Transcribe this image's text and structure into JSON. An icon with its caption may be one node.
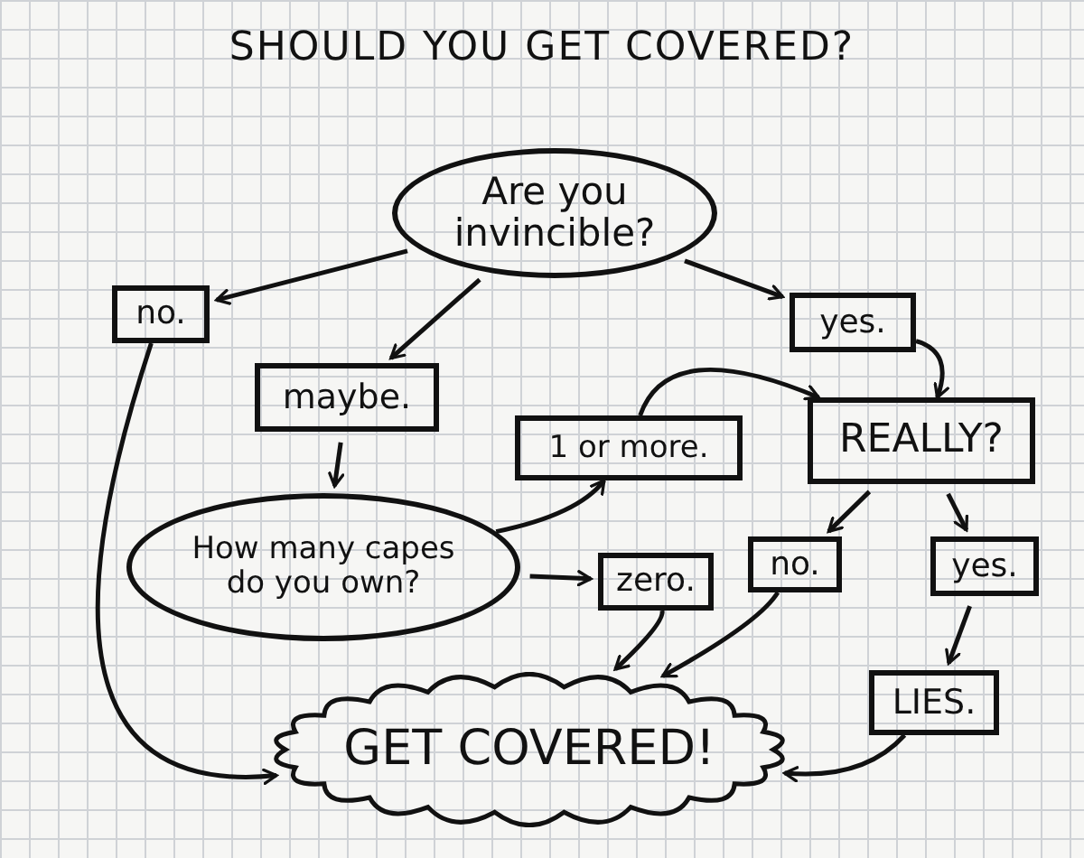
{
  "diagram": {
    "title": "SHOULD YOU GET COVERED?",
    "nodes": [
      {
        "text": [
          "Are you invincible?"
        ]
      },
      {
        "text": [
          "no."
        ]
      },
      {
        "text": [
          "yes."
        ]
      },
      {
        "text": [
          "maybe."
        ]
      },
      {
        "text": [
          "1 or more."
        ]
      },
      {
        "text": [
          "REALLY?"
        ]
      },
      {
        "text": [
          "How many capes do you own?"
        ]
      },
      {
        "text": [
          "zero."
        ]
      },
      {
        "text": [
          "no."
        ]
      },
      {
        "text": [
          "yes."
        ]
      },
      {
        "text": [
          "LIES."
        ]
      },
      {
        "text": [
          "GET COVERED!"
        ]
      }
    ],
    "edges": [
      {
        "from": 0,
        "to": 1,
        "arrow": "to"
      },
      {
        "from": 0,
        "to": 3,
        "arrow": "to"
      },
      {
        "from": 0,
        "to": 2,
        "arrow": "to"
      },
      {
        "from": 2,
        "to": 5,
        "arrow": "to"
      },
      {
        "from": 1,
        "to": 11,
        "arrow": "to"
      },
      {
        "from": 3,
        "to": 6,
        "arrow": "to"
      },
      {
        "from": 6,
        "to": 4,
        "arrow": "to"
      },
      {
        "from": 6,
        "to": 7,
        "arrow": "to"
      },
      {
        "from": 4,
        "to": 5,
        "arrow": "to"
      },
      {
        "from": 7,
        "to": 11,
        "arrow": "to"
      },
      {
        "from": 5,
        "to": 8,
        "arrow": "to"
      },
      {
        "from": 5,
        "to": 9,
        "arrow": "to"
      },
      {
        "from": 8,
        "to": 11,
        "arrow": "to"
      },
      {
        "from": 9,
        "to": 10,
        "arrow": "to"
      },
      {
        "from": 10,
        "to": 11,
        "arrow": "to"
      }
    ]
  }
}
